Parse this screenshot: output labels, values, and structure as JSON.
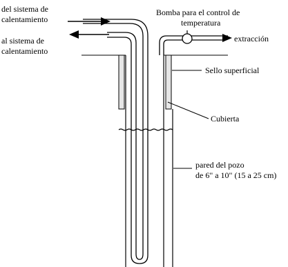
{
  "labels": {
    "from_heating_line1": "del sistema de",
    "from_heating_line2": "calentamiento",
    "to_heating_line1": "al sistema de",
    "to_heating_line2": "calentamiento",
    "pump_line1": "Bomba para el control de",
    "pump_line2": "temperatura",
    "extraction": "extracción",
    "surface_seal": "Sello superficial",
    "casing": "Cubierta",
    "well_wall_line1": "pared del pozo",
    "well_wall_line2": "de 6\" a 10\" (15 a 25 cm)"
  },
  "colors": {
    "line": "#000000",
    "seal_fill": "#e6e6e6",
    "background": "#ffffff"
  }
}
